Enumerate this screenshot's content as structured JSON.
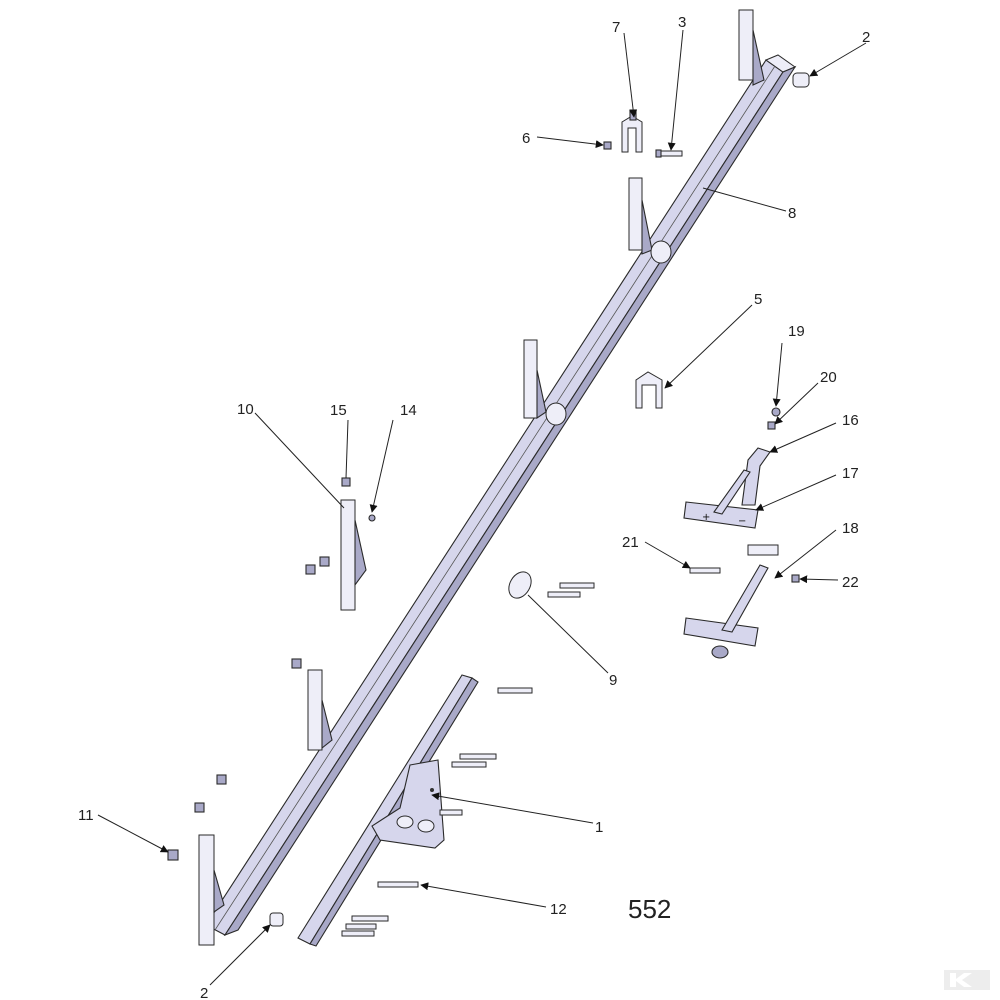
{
  "figure_number": "552",
  "callouts": [
    {
      "id": "c1",
      "label": "1"
    },
    {
      "id": "c2a",
      "label": "2"
    },
    {
      "id": "c2b",
      "label": "2"
    },
    {
      "id": "c3",
      "label": "3"
    },
    {
      "id": "c5",
      "label": "5"
    },
    {
      "id": "c6",
      "label": "6"
    },
    {
      "id": "c7",
      "label": "7"
    },
    {
      "id": "c8",
      "label": "8"
    },
    {
      "id": "c9",
      "label": "9"
    },
    {
      "id": "c10",
      "label": "10"
    },
    {
      "id": "c11",
      "label": "11"
    },
    {
      "id": "c12",
      "label": "12"
    },
    {
      "id": "c14",
      "label": "14"
    },
    {
      "id": "c15",
      "label": "15"
    },
    {
      "id": "c16",
      "label": "16"
    },
    {
      "id": "c17",
      "label": "17"
    },
    {
      "id": "c18",
      "label": "18"
    },
    {
      "id": "c19",
      "label": "19"
    },
    {
      "id": "c20",
      "label": "20"
    },
    {
      "id": "c21",
      "label": "21"
    },
    {
      "id": "c22",
      "label": "22"
    }
  ]
}
